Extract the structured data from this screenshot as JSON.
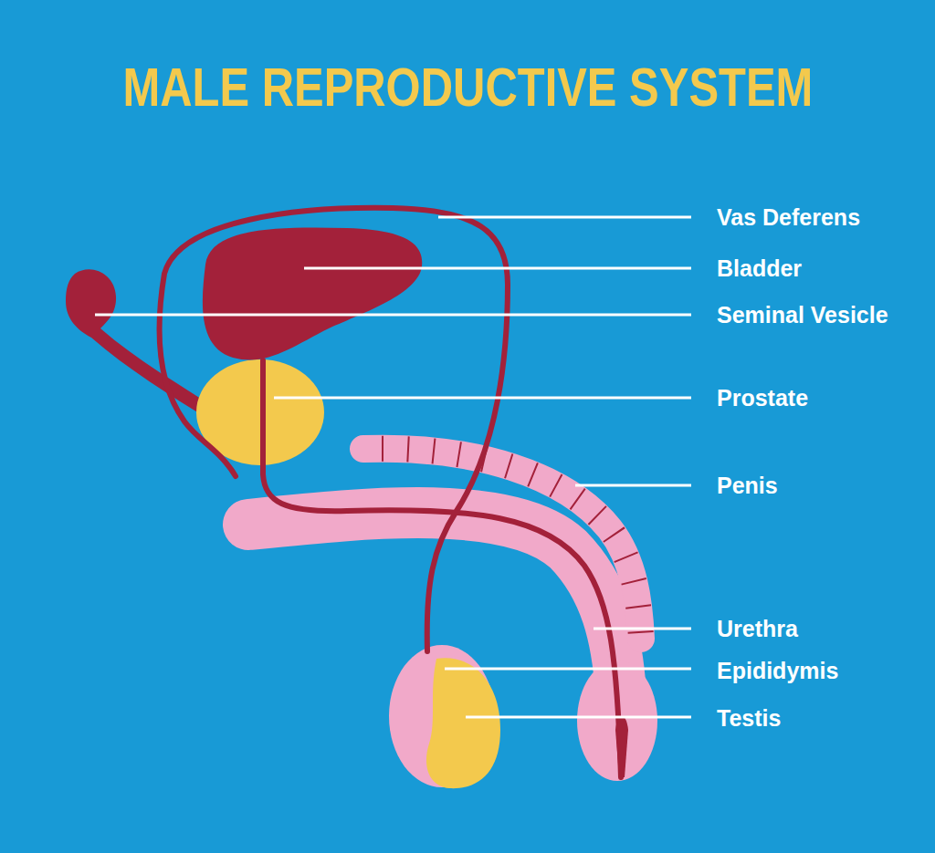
{
  "diagram": {
    "title": "MALE REPRODUCTIVE SYSTEM",
    "labels": [
      "Vas Deferens",
      "Bladder",
      "Seminal Vesicle",
      "Prostate",
      "Penis",
      "Urethra",
      "Epididymis",
      "Testis"
    ]
  }
}
